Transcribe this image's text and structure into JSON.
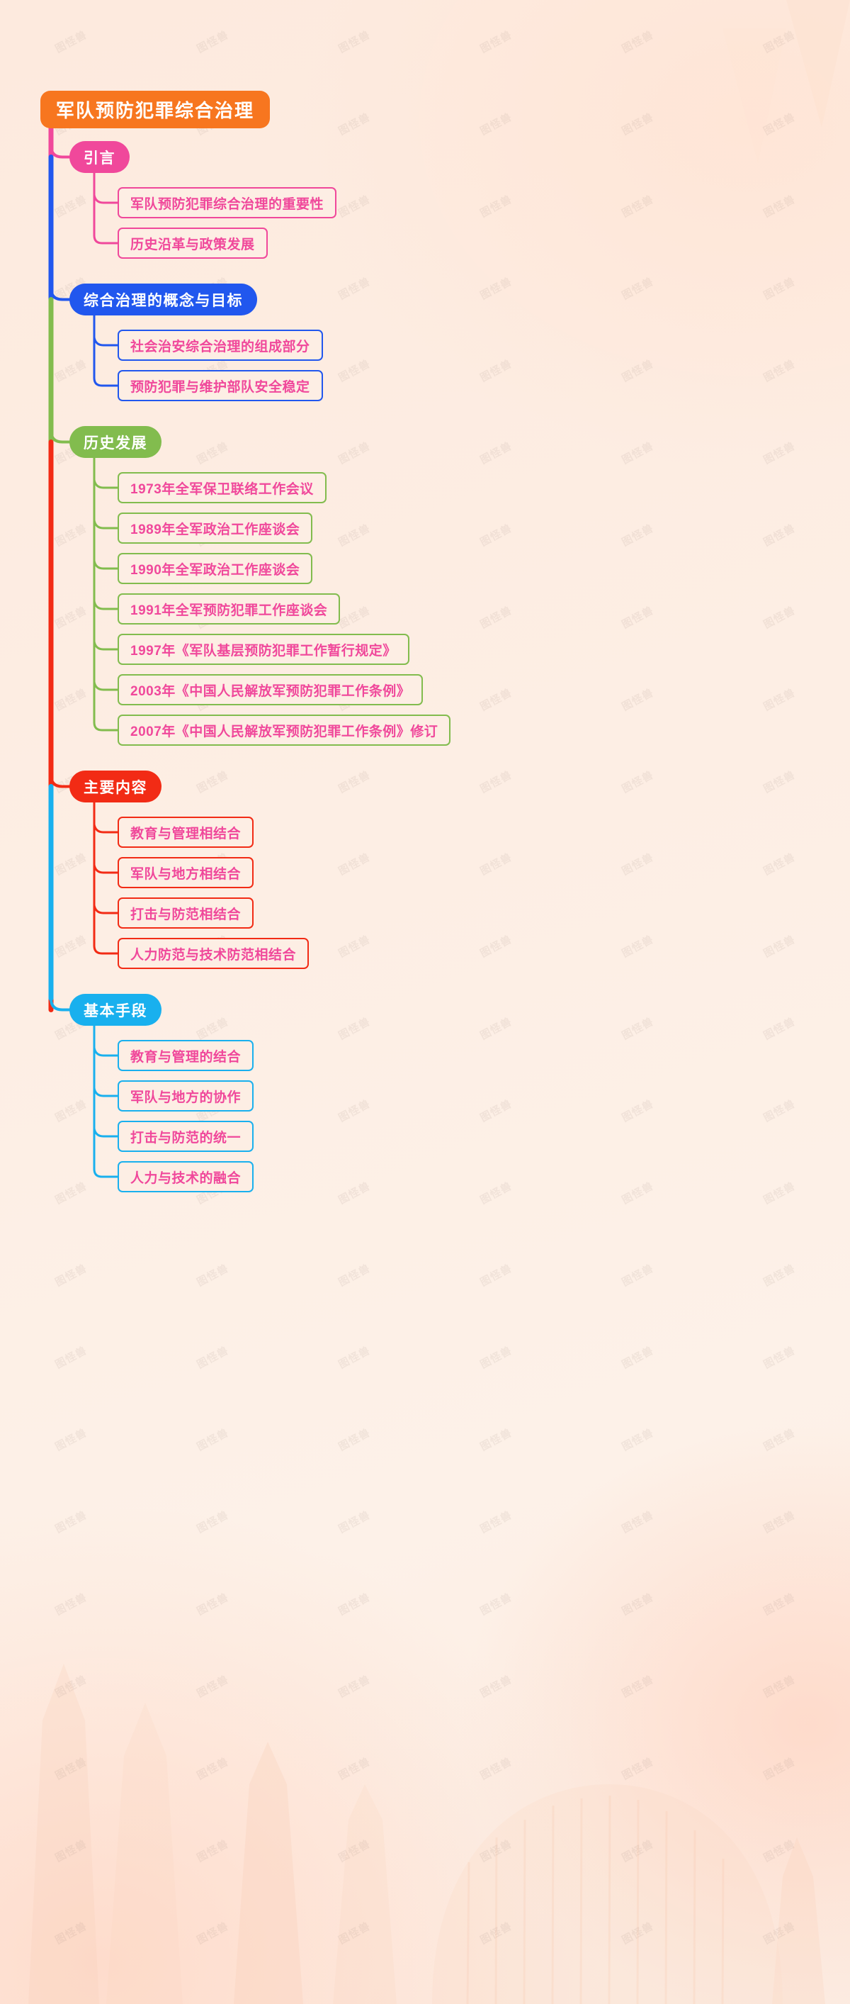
{
  "theme": {
    "background": "#fdeee4",
    "root_color": "#F7761F",
    "leaf_text_color": "#F0489B",
    "watermark_text": "图怪兽"
  },
  "root": {
    "label": "军队预防犯罪综合治理"
  },
  "branches": [
    {
      "label": "引言",
      "color": "#F0489B",
      "children": [
        {
          "label": "军队预防犯罪综合治理的重要性"
        },
        {
          "label": "历史沿革与政策发展"
        }
      ]
    },
    {
      "label": "综合治理的概念与目标",
      "color": "#2157EE",
      "children": [
        {
          "label": "社会治安综合治理的组成部分"
        },
        {
          "label": "预防犯罪与维护部队安全稳定"
        }
      ]
    },
    {
      "label": "历史发展",
      "color": "#82BC4E",
      "children": [
        {
          "label": "1973年全军保卫联络工作会议"
        },
        {
          "label": "1989年全军政治工作座谈会"
        },
        {
          "label": "1990年全军政治工作座谈会"
        },
        {
          "label": "1991年全军预防犯罪工作座谈会"
        },
        {
          "label": "1997年《军队基层预防犯罪工作暂行规定》"
        },
        {
          "label": "2003年《中国人民解放军预防犯罪工作条例》"
        },
        {
          "label": "2007年《中国人民解放军预防犯罪工作条例》修订"
        }
      ]
    },
    {
      "label": "主要内容",
      "color": "#F22B15",
      "children": [
        {
          "label": "教育与管理相结合"
        },
        {
          "label": "军队与地方相结合"
        },
        {
          "label": "打击与防范相结合"
        },
        {
          "label": "人力防范与技术防范相结合"
        }
      ]
    },
    {
      "label": "基本手段",
      "color": "#19B0EE",
      "children": [
        {
          "label": "教育与管理的结合"
        },
        {
          "label": "军队与地方的协作"
        },
        {
          "label": "打击与防范的统一"
        },
        {
          "label": "人力与技术的融合"
        }
      ]
    }
  ]
}
